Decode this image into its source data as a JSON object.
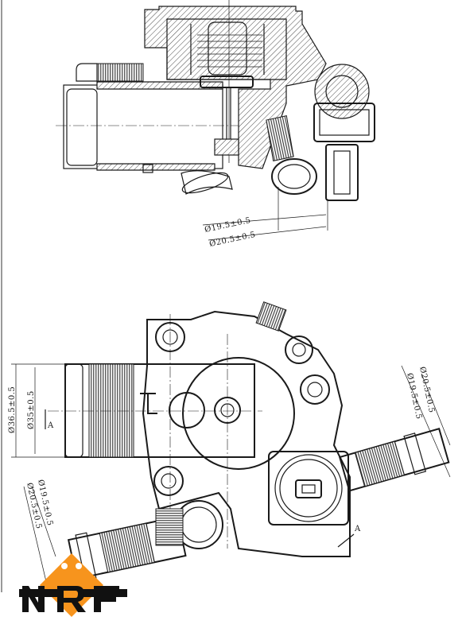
{
  "top_view": {
    "dim_inner": "Ø19.5±0.5",
    "dim_outer": "Ø20.5±0.5"
  },
  "bottom_view": {
    "dim_left_outer": "Ø36.5±0.5",
    "dim_left_inner": "Ø35±0.5",
    "dim_right_outer": "Ø20.5±0.5",
    "dim_right_inner": "Ø19.5±0.5",
    "dim_lower_inner": "Ø19.5±0.5",
    "dim_lower_outer": "Ø20.5±0.5",
    "section_marker_1": "A",
    "section_marker_2": "A"
  },
  "logo": {
    "brand": "NRF",
    "colors": {
      "orange": "#f7941d",
      "black": "#111111"
    }
  }
}
